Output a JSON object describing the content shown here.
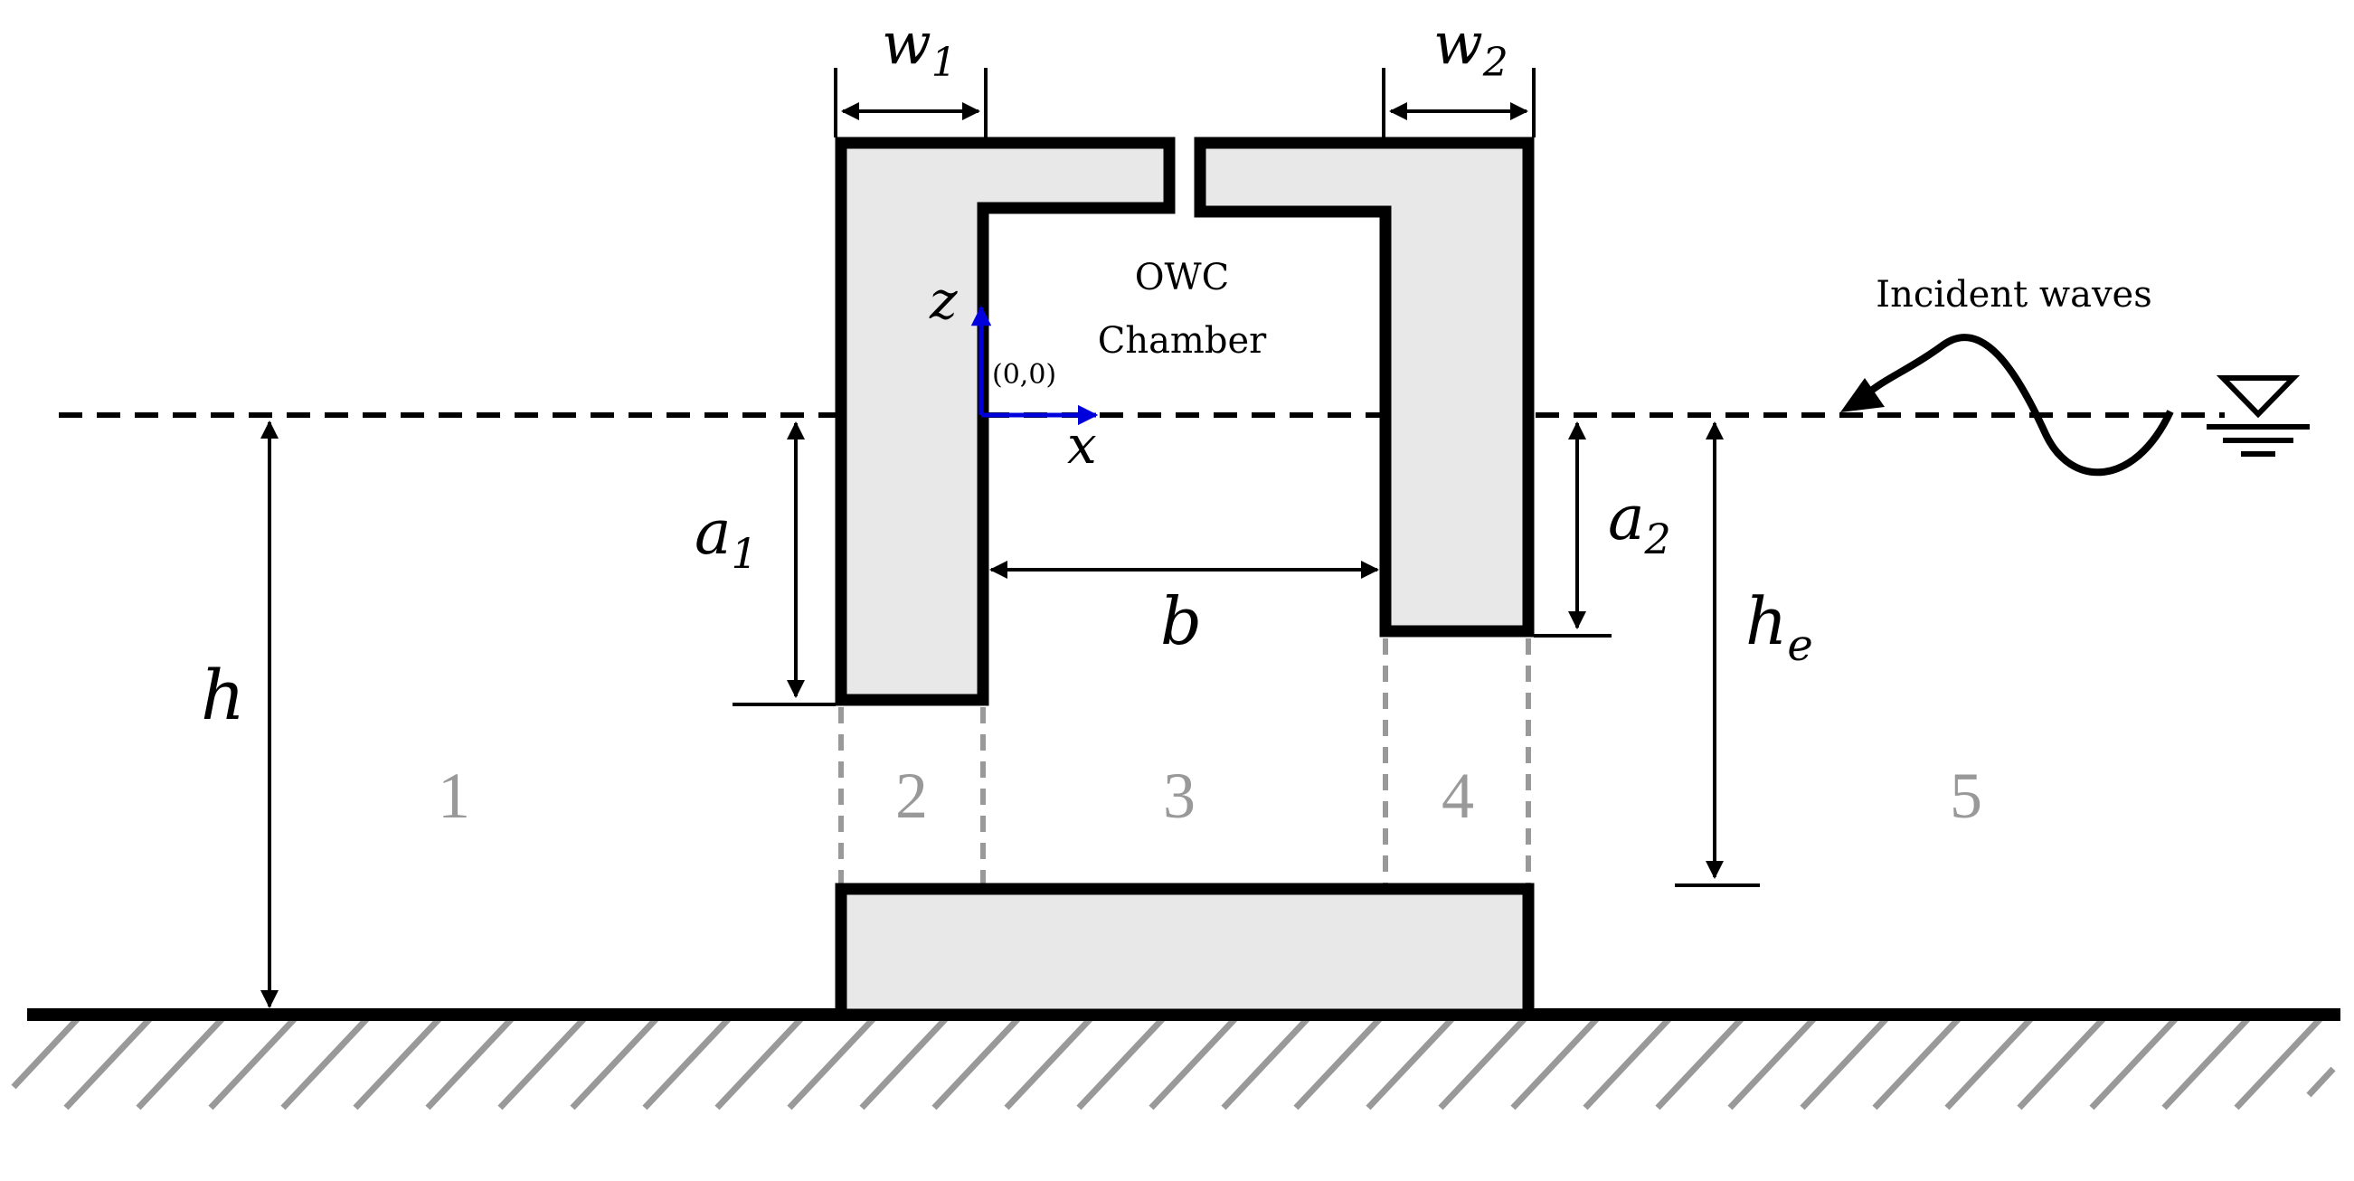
{
  "labels": {
    "w1": "w",
    "w1_sub": "1",
    "w2": "w",
    "w2_sub": "2",
    "a1": "a",
    "a1_sub": "1",
    "a2": "a",
    "a2_sub": "2",
    "h": "h",
    "he": "h",
    "he_sub": "e",
    "b": "b",
    "z": "z",
    "x": "x",
    "origin": "(0,0)",
    "chamber_line1": "OWC",
    "chamber_line2": "Chamber",
    "incident": "Incident waves"
  },
  "regions": [
    "1",
    "2",
    "3",
    "4",
    "5"
  ],
  "colors": {
    "structure_fill": "#e8e8e8",
    "outline": "#000000",
    "axis": "#0000dd",
    "region_text": "#999999",
    "seabed_hatch": "#999999",
    "divider": "#999999"
  }
}
